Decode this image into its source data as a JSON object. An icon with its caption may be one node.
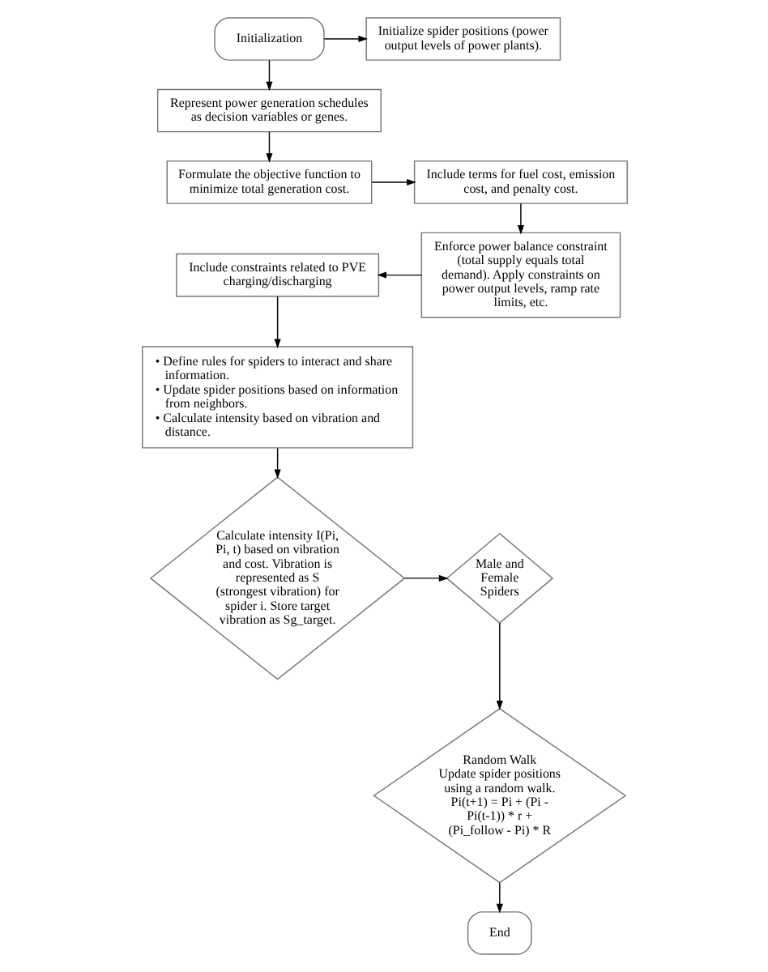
{
  "diagram": {
    "nodes": [
      {
        "text": [
          "Initialization"
        ]
      },
      {
        "text": [
          "Initialize spider positions (power output levels of power plants)."
        ]
      },
      {
        "text": [
          "Represent power generation schedules as decision variables or genes."
        ]
      },
      {
        "text": [
          "Formulate the objective function to minimize total generation cost."
        ]
      },
      {
        "text": [
          "Include terms for fuel cost, emission cost, and penalty cost."
        ]
      },
      {
        "text": [
          "Enforce power balance constraint (total supply equals total demand). Apply constraints on power output levels, ramp rate limits, etc."
        ]
      },
      {
        "text": [
          "Include constraints related to PVE charging/discharging"
        ]
      },
      {
        "text": [
          "• Define rules for spiders to interact and share information.",
          "• Update spider positions based on information from neighbors.",
          "• Calculate intensity based on vibration and distance."
        ]
      },
      {
        "text": [
          "Calculate intensity I(Pi, Pi, t) based on vibration and cost. Vibration is represented as S (strongest vibration) for spider i. Store target vibration as Sg_target."
        ]
      },
      {
        "text": [
          "Male and Female Spiders"
        ]
      },
      {
        "text": [
          "Random Walk",
          "Update spider positions using a random walk. Pi(t+1) = Pi + (Pi - Pi(t-1)) * r + (Pi_follow - Pi) * R"
        ]
      },
      {
        "text": [
          "End"
        ]
      }
    ],
    "edges": [
      {
        "from": 0,
        "to": 1,
        "arrow": "to"
      },
      {
        "from": 0,
        "to": 2,
        "arrow": "to"
      },
      {
        "from": 2,
        "to": 3,
        "arrow": "to"
      },
      {
        "from": 3,
        "to": 4,
        "arrow": "to"
      },
      {
        "from": 4,
        "to": 5,
        "arrow": "to"
      },
      {
        "from": 5,
        "to": 6,
        "arrow": "to"
      },
      {
        "from": 6,
        "to": 7,
        "arrow": "to"
      },
      {
        "from": 7,
        "to": 8,
        "arrow": "to"
      },
      {
        "from": 8,
        "to": 9,
        "arrow": "to"
      },
      {
        "from": 9,
        "to": 10,
        "arrow": "to"
      },
      {
        "from": 10,
        "to": 11,
        "arrow": "to"
      }
    ]
  }
}
